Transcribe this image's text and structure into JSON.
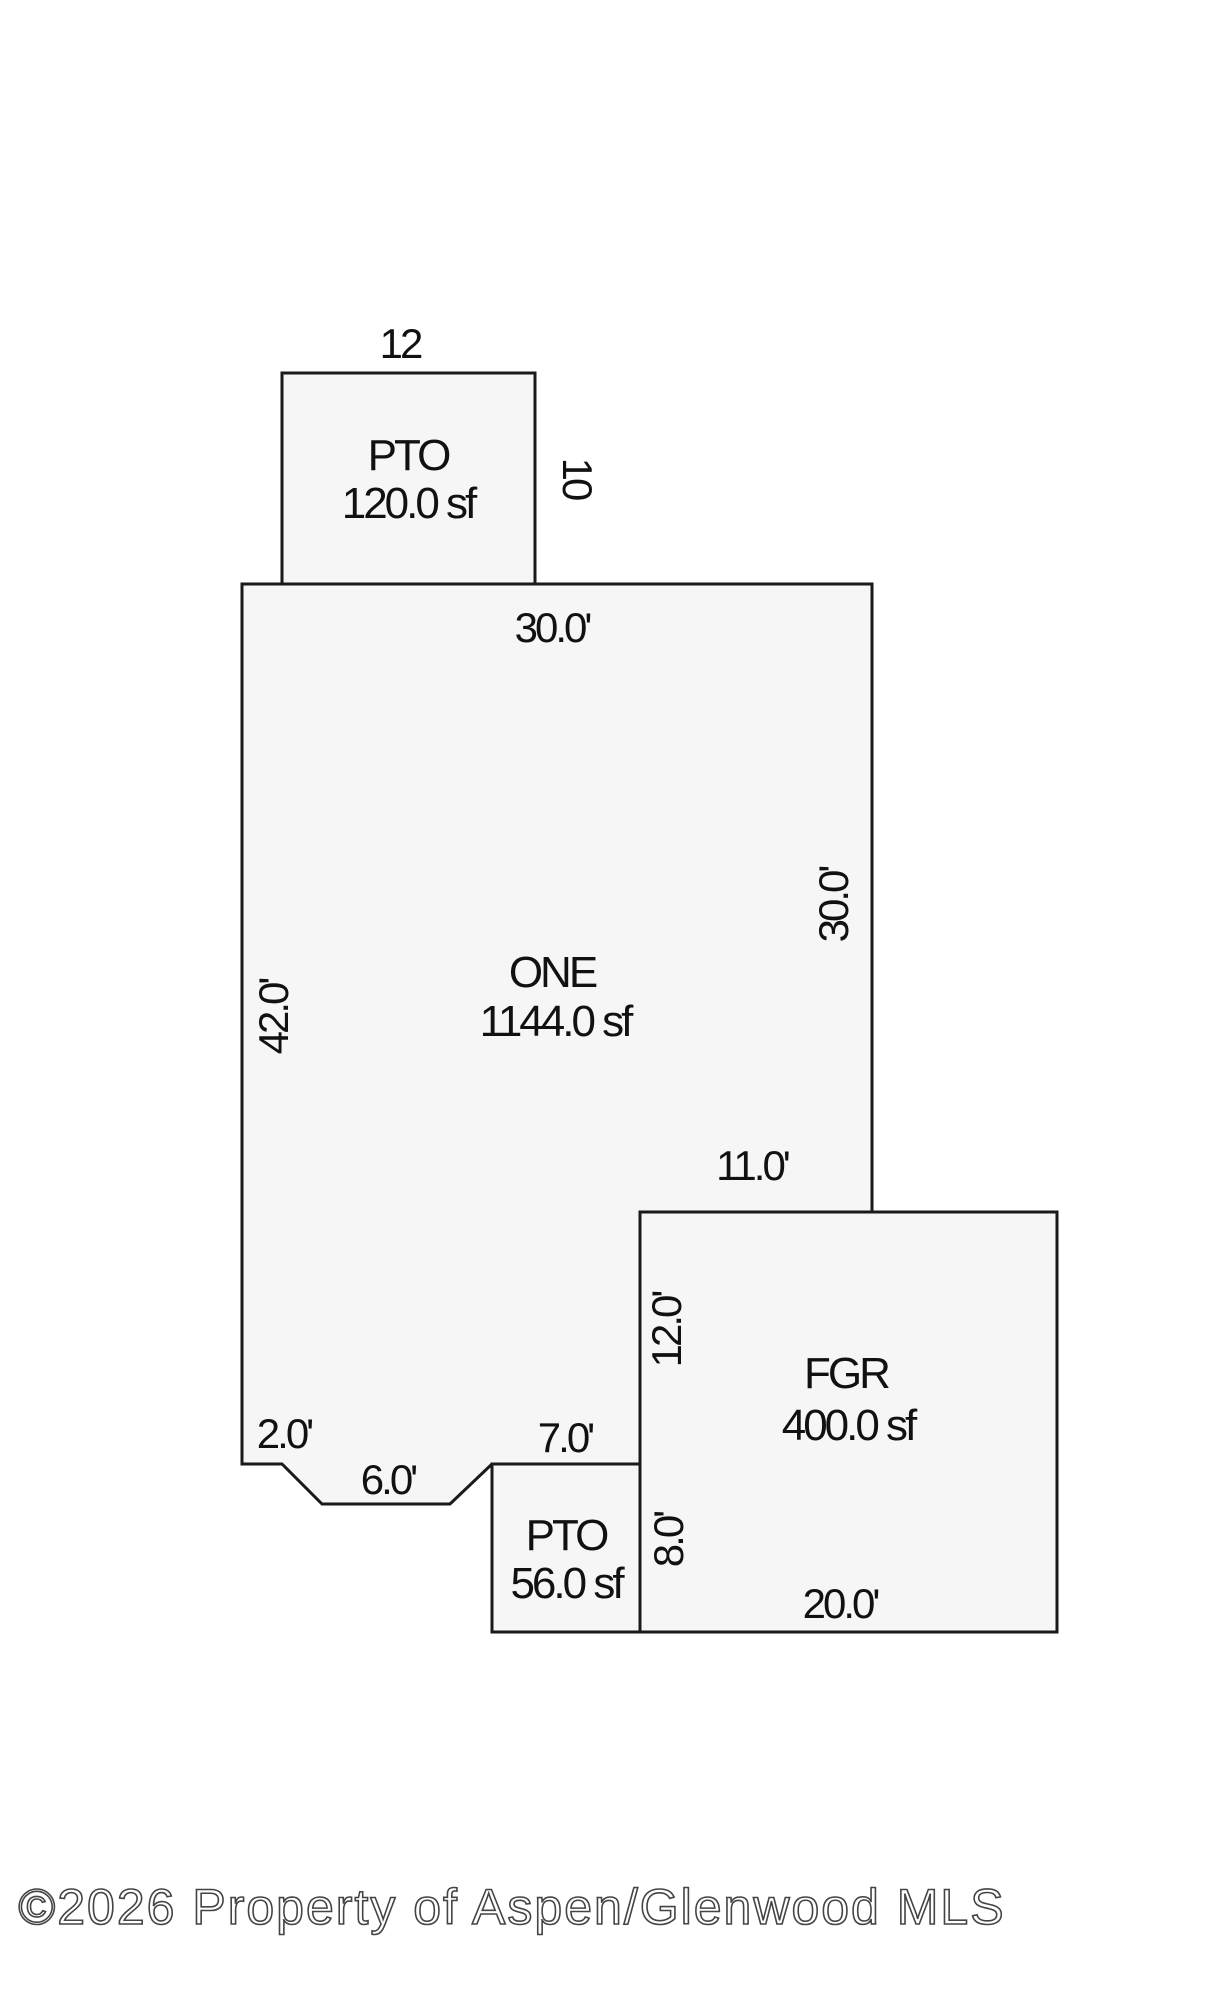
{
  "rooms": {
    "patio_top": {
      "name": "PTO",
      "area": "120.0 sf"
    },
    "main": {
      "name": "ONE",
      "area": "1144.0 sf"
    },
    "garage": {
      "name": "FGR",
      "area": "400.0 sf"
    },
    "patio_bottom": {
      "name": "PTO",
      "area": "56.0 sf"
    }
  },
  "dimensions": {
    "patio_top_width": "12",
    "patio_top_depth": "10",
    "main_top": "30.0'",
    "main_right": "30.0'",
    "main_left": "42.0'",
    "main_step": "11.0'",
    "corner_left": "2.0'",
    "corner_bottom": "6.0'",
    "notch": "7.0'",
    "garage_left": "12.0'",
    "garage_bottom": "20.0'",
    "patio_bottom_side": "8.0'"
  },
  "watermark": "©2026 Property of Aspen/Glenwood MLS",
  "colors": {
    "room_fill": "#f6f6f6",
    "outline": "#1a1a1a",
    "text": "#111111"
  }
}
